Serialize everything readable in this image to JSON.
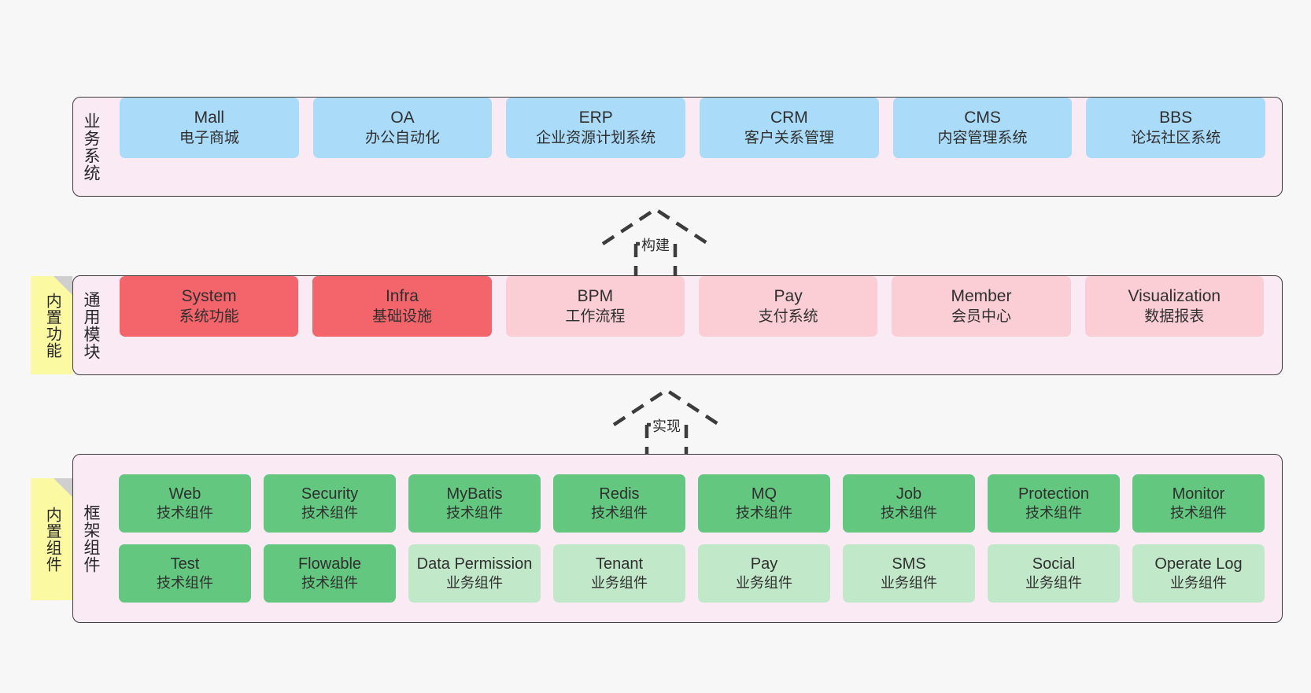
{
  "diagram": {
    "title": "",
    "colors": {
      "panel_bg": "#f9eaf4",
      "panel_border": "#3c3c3c",
      "business_node": "#aadcfa",
      "module_core": "#f4646b",
      "module_plain": "#fbcdd4",
      "tech_component": "#63c780",
      "biz_component": "#c2e8ca",
      "sticky_note": "#fbfaa2",
      "page_bg": "#f7f7f7"
    }
  },
  "layers": {
    "business": {
      "title": "业务系统",
      "nodes": [
        {
          "name": "Mall",
          "desc": "电子商城"
        },
        {
          "name": "OA",
          "desc": "办公自动化"
        },
        {
          "name": "ERP",
          "desc": "企业资源计划系统"
        },
        {
          "name": "CRM",
          "desc": "客户关系管理"
        },
        {
          "name": "CMS",
          "desc": "内容管理系统"
        },
        {
          "name": "BBS",
          "desc": "论坛社区系统"
        }
      ]
    },
    "common": {
      "title": "通用模块",
      "sticky": "内置功能",
      "nodes": [
        {
          "name": "System",
          "desc": "系统功能",
          "kind": "core"
        },
        {
          "name": "Infra",
          "desc": "基础设施",
          "kind": "core"
        },
        {
          "name": "BPM",
          "desc": "工作流程",
          "kind": "plain"
        },
        {
          "name": "Pay",
          "desc": "支付系统",
          "kind": "plain"
        },
        {
          "name": "Member",
          "desc": "会员中心",
          "kind": "plain"
        },
        {
          "name": "Visualization",
          "desc": "数据报表",
          "kind": "plain"
        }
      ]
    },
    "framework": {
      "title": "框架组件",
      "sticky": "内置组件",
      "row1": [
        {
          "name": "Web",
          "desc": "技术组件",
          "kind": "tech"
        },
        {
          "name": "Security",
          "desc": "技术组件",
          "kind": "tech"
        },
        {
          "name": "MyBatis",
          "desc": "技术组件",
          "kind": "tech"
        },
        {
          "name": "Redis",
          "desc": "技术组件",
          "kind": "tech"
        },
        {
          "name": "MQ",
          "desc": "技术组件",
          "kind": "tech"
        },
        {
          "name": "Job",
          "desc": "技术组件",
          "kind": "tech"
        },
        {
          "name": "Protection",
          "desc": "技术组件",
          "kind": "tech"
        },
        {
          "name": "Monitor",
          "desc": "技术组件",
          "kind": "tech"
        }
      ],
      "row2": [
        {
          "name": "Test",
          "desc": "技术组件",
          "kind": "tech"
        },
        {
          "name": "Flowable",
          "desc": "技术组件",
          "kind": "tech"
        },
        {
          "name": "Data Permission",
          "desc": "业务组件",
          "kind": "biz"
        },
        {
          "name": "Tenant",
          "desc": "业务组件",
          "kind": "biz"
        },
        {
          "name": "Pay",
          "desc": "业务组件",
          "kind": "biz"
        },
        {
          "name": "SMS",
          "desc": "业务组件",
          "kind": "biz"
        },
        {
          "name": "Social",
          "desc": "业务组件",
          "kind": "biz"
        },
        {
          "name": "Operate Log",
          "desc": "业务组件",
          "kind": "biz"
        }
      ]
    }
  },
  "arrows": [
    {
      "id": "build",
      "label": "构建",
      "from": "common",
      "to": "business",
      "style": "dashed-generalization-up"
    },
    {
      "id": "implement",
      "label": "实现",
      "from": "framework",
      "to": "common",
      "style": "dashed-generalization-up"
    }
  ]
}
